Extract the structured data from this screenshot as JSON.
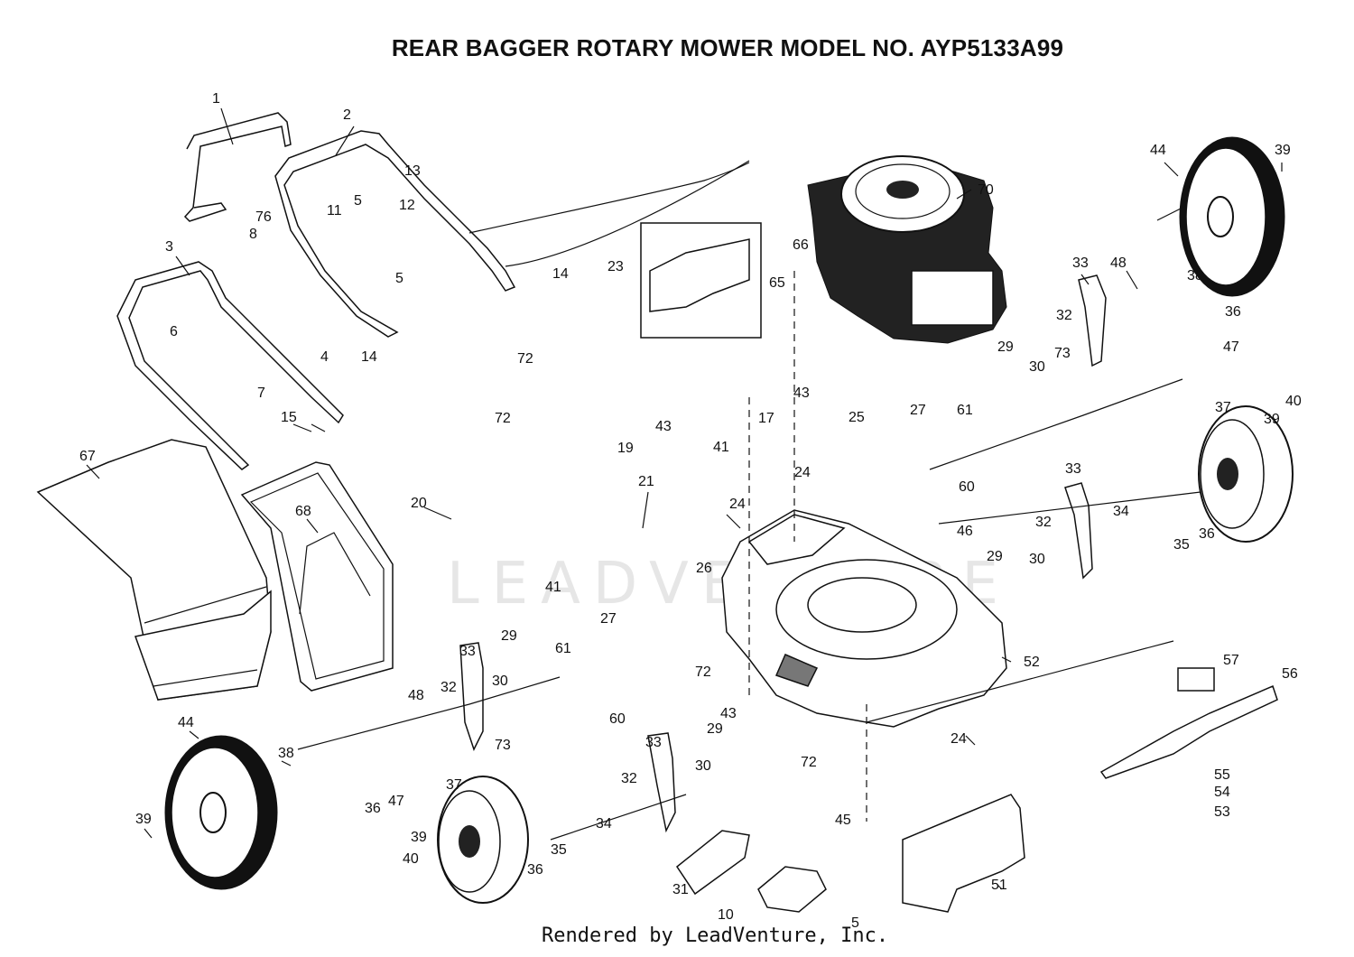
{
  "title": "REAR BAGGER ROTARY MOWER MODEL NO.  AYP5133A99",
  "footer": "Rendered by LeadVenture, Inc.",
  "watermark": "LEADVENTURE",
  "callouts": [
    {
      "id": "c1",
      "label": "1"
    },
    {
      "id": "c2",
      "label": "2"
    },
    {
      "id": "c3",
      "label": "3"
    },
    {
      "id": "c4",
      "label": "4"
    },
    {
      "id": "c5a",
      "label": "5"
    },
    {
      "id": "c5b",
      "label": "5"
    },
    {
      "id": "c5c",
      "label": "5"
    },
    {
      "id": "c6",
      "label": "6"
    },
    {
      "id": "c7",
      "label": "7"
    },
    {
      "id": "c8",
      "label": "8"
    },
    {
      "id": "c10",
      "label": "10"
    },
    {
      "id": "c11",
      "label": "11"
    },
    {
      "id": "c12",
      "label": "12"
    },
    {
      "id": "c13",
      "label": "13"
    },
    {
      "id": "c14a",
      "label": "14"
    },
    {
      "id": "c14b",
      "label": "14"
    },
    {
      "id": "c15",
      "label": "15"
    },
    {
      "id": "c17",
      "label": "17"
    },
    {
      "id": "c19",
      "label": "19"
    },
    {
      "id": "c20",
      "label": "20"
    },
    {
      "id": "c21",
      "label": "21"
    },
    {
      "id": "c23",
      "label": "23"
    },
    {
      "id": "c24a",
      "label": "24"
    },
    {
      "id": "c24b",
      "label": "24"
    },
    {
      "id": "c24c",
      "label": "24"
    },
    {
      "id": "c25",
      "label": "25"
    },
    {
      "id": "c26",
      "label": "26"
    },
    {
      "id": "c27a",
      "label": "27"
    },
    {
      "id": "c27b",
      "label": "27"
    },
    {
      "id": "c29a",
      "label": "29"
    },
    {
      "id": "c29b",
      "label": "29"
    },
    {
      "id": "c29c",
      "label": "29"
    },
    {
      "id": "c29d",
      "label": "29"
    },
    {
      "id": "c30a",
      "label": "30"
    },
    {
      "id": "c30b",
      "label": "30"
    },
    {
      "id": "c30c",
      "label": "30"
    },
    {
      "id": "c30d",
      "label": "30"
    },
    {
      "id": "c31",
      "label": "31"
    },
    {
      "id": "c32a",
      "label": "32"
    },
    {
      "id": "c32b",
      "label": "32"
    },
    {
      "id": "c32c",
      "label": "32"
    },
    {
      "id": "c32d",
      "label": "32"
    },
    {
      "id": "c33a",
      "label": "33"
    },
    {
      "id": "c33b",
      "label": "33"
    },
    {
      "id": "c33c",
      "label": "33"
    },
    {
      "id": "c33d",
      "label": "33"
    },
    {
      "id": "c34a",
      "label": "34"
    },
    {
      "id": "c34b",
      "label": "34"
    },
    {
      "id": "c35a",
      "label": "35"
    },
    {
      "id": "c35b",
      "label": "35"
    },
    {
      "id": "c36a",
      "label": "36"
    },
    {
      "id": "c36b",
      "label": "36"
    },
    {
      "id": "c36c",
      "label": "36"
    },
    {
      "id": "c36d",
      "label": "36"
    },
    {
      "id": "c37a",
      "label": "37"
    },
    {
      "id": "c37b",
      "label": "37"
    },
    {
      "id": "c38a",
      "label": "38"
    },
    {
      "id": "c38b",
      "label": "38"
    },
    {
      "id": "c39a",
      "label": "39"
    },
    {
      "id": "c39b",
      "label": "39"
    },
    {
      "id": "c39c",
      "label": "39"
    },
    {
      "id": "c39d",
      "label": "39"
    },
    {
      "id": "c40a",
      "label": "40"
    },
    {
      "id": "c40b",
      "label": "40"
    },
    {
      "id": "c41a",
      "label": "41"
    },
    {
      "id": "c41b",
      "label": "41"
    },
    {
      "id": "c43a",
      "label": "43"
    },
    {
      "id": "c43b",
      "label": "43"
    },
    {
      "id": "c43c",
      "label": "43"
    },
    {
      "id": "c44a",
      "label": "44"
    },
    {
      "id": "c44b",
      "label": "44"
    },
    {
      "id": "c45",
      "label": "45"
    },
    {
      "id": "c46",
      "label": "46"
    },
    {
      "id": "c47a",
      "label": "47"
    },
    {
      "id": "c47b",
      "label": "47"
    },
    {
      "id": "c48a",
      "label": "48"
    },
    {
      "id": "c48b",
      "label": "48"
    },
    {
      "id": "c51",
      "label": "51"
    },
    {
      "id": "c52",
      "label": "52"
    },
    {
      "id": "c53",
      "label": "53"
    },
    {
      "id": "c54",
      "label": "54"
    },
    {
      "id": "c55",
      "label": "55"
    },
    {
      "id": "c56",
      "label": "56"
    },
    {
      "id": "c57",
      "label": "57"
    },
    {
      "id": "c60a",
      "label": "60"
    },
    {
      "id": "c60b",
      "label": "60"
    },
    {
      "id": "c61a",
      "label": "61"
    },
    {
      "id": "c61b",
      "label": "61"
    },
    {
      "id": "c65",
      "label": "65"
    },
    {
      "id": "c66",
      "label": "66"
    },
    {
      "id": "c67",
      "label": "67"
    },
    {
      "id": "c68",
      "label": "68"
    },
    {
      "id": "c70",
      "label": "70"
    },
    {
      "id": "c72a",
      "label": "72"
    },
    {
      "id": "c72b",
      "label": "72"
    },
    {
      "id": "c72c",
      "label": "72"
    },
    {
      "id": "c72d",
      "label": "72"
    },
    {
      "id": "c73a",
      "label": "73"
    },
    {
      "id": "c73b",
      "label": "73"
    },
    {
      "id": "c76",
      "label": "76"
    }
  ]
}
